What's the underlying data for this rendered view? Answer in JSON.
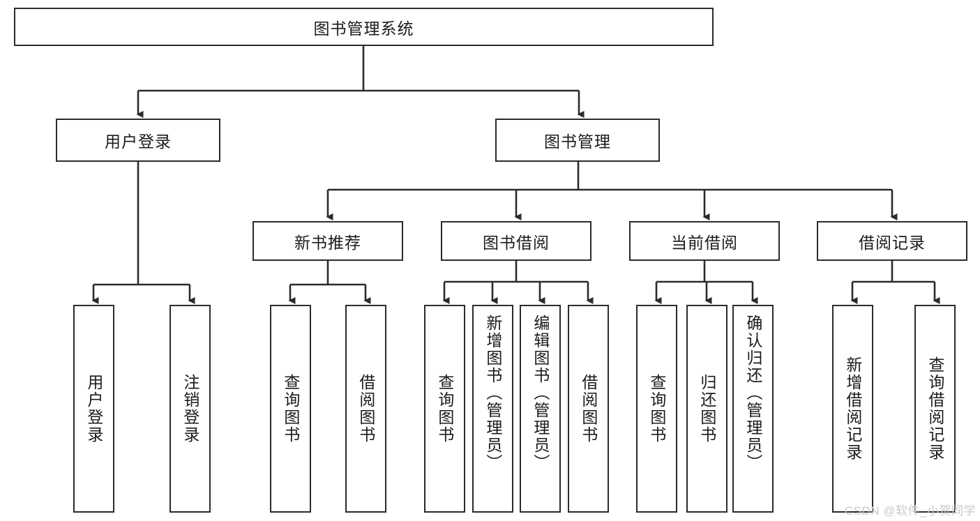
{
  "diagram": {
    "title": "图书管理系统",
    "type": "hierarchy-tree",
    "watermark": "CSDN @软件_小贺同学",
    "colors": {
      "stroke": "#2b2b2b",
      "fill": "#ffffff",
      "text": "#1b1b1b",
      "watermark": "#c9c9c9"
    },
    "root": {
      "label": "图书管理系统"
    },
    "level2": [
      {
        "label": "用户登录"
      },
      {
        "label": "图书管理"
      }
    ],
    "level3": [
      {
        "label": "新书推荐"
      },
      {
        "label": "图书借阅"
      },
      {
        "label": "当前借阅"
      },
      {
        "label": "借阅记录"
      }
    ],
    "leaves": {
      "user_login": [
        {
          "label": "用户登录"
        },
        {
          "label": "注销登录"
        }
      ],
      "new_book": [
        {
          "label": "查询图书"
        },
        {
          "label": "借阅图书"
        }
      ],
      "book_borrow": [
        {
          "label": "查询图书"
        },
        {
          "label": "新增图书（管理员）"
        },
        {
          "label": "编辑图书（管理员）"
        },
        {
          "label": "借阅图书"
        }
      ],
      "current_borrow": [
        {
          "label": "查询图书"
        },
        {
          "label": "归还图书"
        },
        {
          "label": "确认归还（管理员）"
        }
      ],
      "borrow_record": [
        {
          "label": "新增借阅记录"
        },
        {
          "label": "查询借阅记录"
        }
      ]
    }
  }
}
